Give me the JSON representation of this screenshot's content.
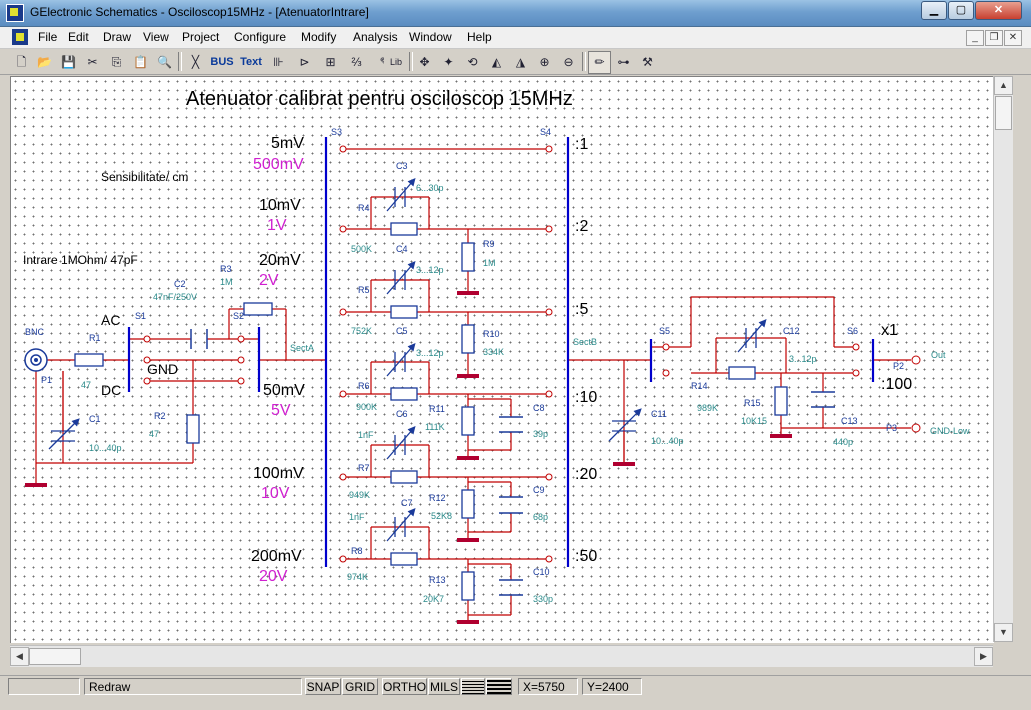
{
  "window": {
    "title": "GElectronic Schematics - Osciloscop15MHz - [AtenuatorIntrare]"
  },
  "menu": [
    "File",
    "Edit",
    "Draw",
    "View",
    "Project",
    "Configure",
    "Modify",
    "Analysis",
    "Window",
    "Help"
  ],
  "toolbar": {
    "bus_label": "BUS",
    "text_label": "Text"
  },
  "schematic": {
    "title": "Atenuator calibrat pentru osciloscop 15MHz",
    "note_sens": "Sensibilitate/ cm",
    "note_input": "Intrare 1MOhm/ 47pF",
    "sens": [
      {
        "mv": "5mV",
        "v": "500mV",
        "ratio": ":1"
      },
      {
        "mv": "10mV",
        "v": "1V",
        "ratio": ":2"
      },
      {
        "mv": "20mV",
        "v": "2V",
        "ratio": ":5"
      },
      {
        "mv": "50mV",
        "v": "5V",
        "ratio": ":10"
      },
      {
        "mv": "100mV",
        "v": "10V",
        "ratio": ":20"
      },
      {
        "mv": "200mV",
        "v": "20V",
        "ratio": ":50"
      }
    ],
    "labels": {
      "ac": "AC",
      "dc": "DC",
      "gnd": "GND",
      "bnc": "BNC",
      "p1": "P1",
      "r1": "R1",
      "r1_val": "47",
      "c1": "C1",
      "c1_val": "10...40p",
      "c2": "C2",
      "c2_val": "47nF/250V",
      "r3": "R3",
      "r3_val": "1M",
      "r2": "R2",
      "r2_val": "47",
      "s1": "S1",
      "s2": "S2",
      "secta": "SectA",
      "s3": "S3",
      "s4": "S4",
      "c3": "C3",
      "c3_val": "6...30p",
      "r4": "R4",
      "r4_val": "500K",
      "r9": "R9",
      "r9_val": "1M",
      "c4": "C4",
      "c4_val": "3...12p",
      "r5": "R5",
      "r5_val": "752K",
      "r10": "R10",
      "r10_val": "334K",
      "c5": "C5",
      "c5_val": "3...12p",
      "r6": "R6",
      "r6_val": "900K",
      "r11": "R11",
      "r11_val": "111K",
      "c8": "C8",
      "c8_val": "39p",
      "c6": "C6",
      "c6_val": "1nF",
      "r7": "R7",
      "r7_val": "949K",
      "r12": "R12",
      "r12_val": "52K8",
      "c9": "C9",
      "c9_val": "68p",
      "c7": "C7",
      "c7_val": "1nF",
      "r8": "R8",
      "r8_val": "974K",
      "r13": "R13",
      "r13_val": "20K7",
      "c10": "C10",
      "c10_val": "330p",
      "sectb": "SectB",
      "c11": "C11",
      "c11_val": "10...40p",
      "s5": "S5",
      "s6": "S6",
      "x1": "x1",
      "x100": ":100",
      "c12": "C12",
      "c12_val": "3...12p",
      "r14": "R14",
      "r14_val": "989K",
      "r15": "R15",
      "r15_val": "10K15",
      "c13": "C13",
      "c13_val": "440p",
      "p2": "P2",
      "out": "Out",
      "p3": "P3",
      "gnd_low": "GND-Low"
    }
  },
  "status": {
    "message": "Redraw",
    "snap": "SNAP",
    "grid": "GRID",
    "ortho": "ORTHO",
    "mils": "MILS",
    "x": "X=5750",
    "y": "Y=2400"
  },
  "colors": {
    "wire": "#c00000",
    "bus": "#0000cc",
    "blue_text": "#1a3a9a",
    "teal_text": "#2a8a8a",
    "magenta": "#d020d0",
    "ground": "#b00030"
  }
}
